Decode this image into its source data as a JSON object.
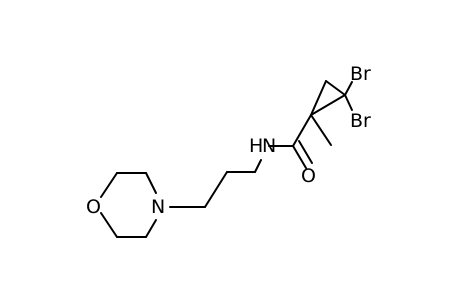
{
  "molecule": {
    "atoms": {
      "oxygen_ring": "O",
      "nitrogen_ring": "N",
      "nitrogen_amide": "H",
      "oxygen_carbonyl": "O",
      "bromine_1": "Br",
      "bromine_2": "Br"
    },
    "amide_n_symbol": "N"
  }
}
